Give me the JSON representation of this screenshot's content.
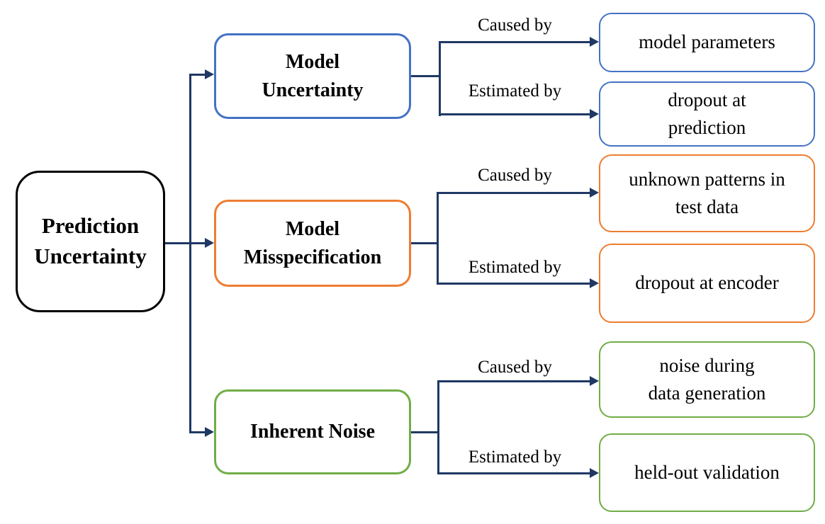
{
  "diagram": {
    "root": {
      "label": "Prediction\nUncertainty",
      "border_color": "#000000"
    },
    "connector_color": "#1F3864",
    "edge_labels": {
      "caused": "Caused by",
      "estimated": "Estimated by"
    },
    "branches": [
      {
        "label": "Model\nUncertainty",
        "color": "#4472C4",
        "caused_by": "model parameters",
        "estimated_by": "dropout at\nprediction"
      },
      {
        "label": "Model\nMisspecification",
        "color": "#ED7D31",
        "caused_by": "unknown patterns in\ntest data",
        "estimated_by": "dropout at encoder"
      },
      {
        "label": "Inherent Noise",
        "color": "#70AD47",
        "caused_by": "noise during\ndata generation",
        "estimated_by": "held-out validation"
      }
    ]
  }
}
